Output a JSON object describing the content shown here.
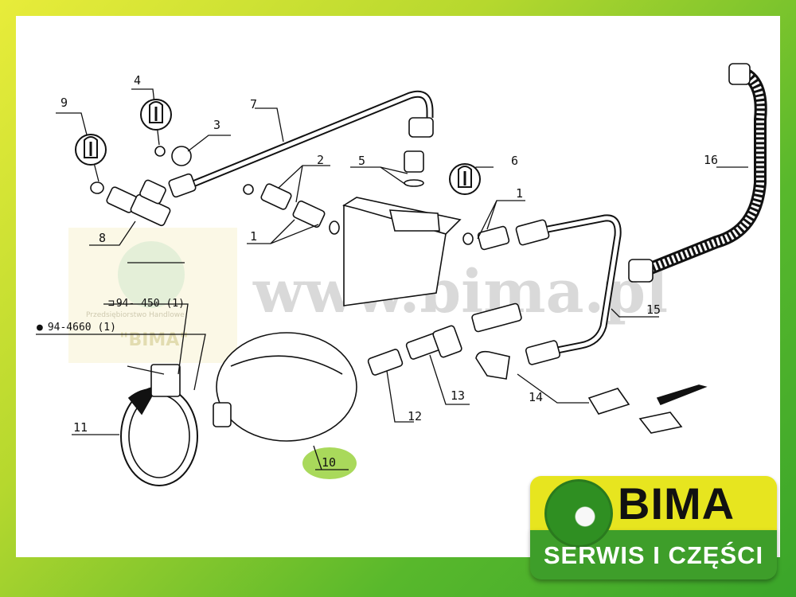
{
  "watermark": "www.bima.pl",
  "stamp": {
    "line1": "Przedsiębiorstwo Handlowe",
    "line2": "\"BIMA\""
  },
  "refs": {
    "r1": "94- 450 (1)",
    "r2": "94-4660 (1)"
  },
  "callouts": {
    "c1a": "1",
    "c1b": "1",
    "c2": "2",
    "c3": "3",
    "c4": "4",
    "c5": "5",
    "c6": "6",
    "c7": "7",
    "c8": "8",
    "c9": "9",
    "c10": "10",
    "c11": "11",
    "c12": "12",
    "c13": "13",
    "c14": "14",
    "c15": "15",
    "c16": "16"
  },
  "highlight_color": "#a9d95b",
  "logo": {
    "brand": "BIMA",
    "subtitle": "SERWIS I CZĘŚCI",
    "top_color": "#e7e51f",
    "bottom_color": "#3e9e2a"
  }
}
